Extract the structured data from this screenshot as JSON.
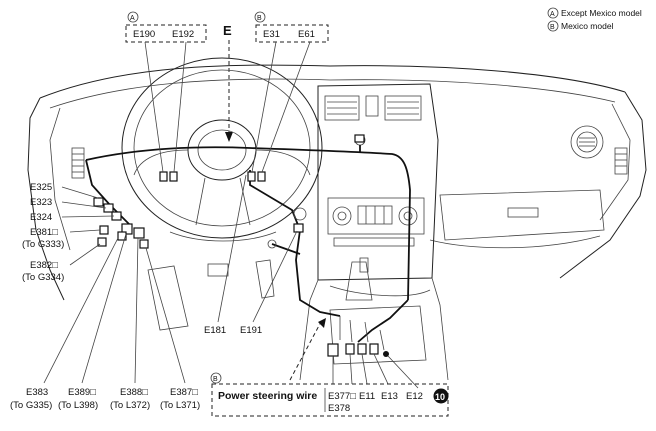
{
  "legend": {
    "a_marker": "A",
    "a_text": "Except Mexico model",
    "b_marker": "B",
    "b_text": "Mexico model"
  },
  "view_marker": "E",
  "group_a": {
    "marker": "A",
    "items": [
      "E190",
      "E192"
    ]
  },
  "group_b": {
    "marker": "B",
    "items": [
      "E31",
      "E61"
    ]
  },
  "left_labels": {
    "e325": "E325",
    "e323": "E323",
    "e324": "E324",
    "e381": "E381□",
    "e381_to": "(To G333)",
    "e382": "E382□",
    "e382_to": "(To G334)"
  },
  "bottom_labels": {
    "e383": "E383",
    "e383_to": "(To G335)",
    "e389": "E389□",
    "e389_to": "(To L398)",
    "e388": "E388□",
    "e388_to": "(To L372)",
    "e387": "E387□",
    "e387_to": "(To L371)"
  },
  "center_labels": {
    "e181": "E181",
    "e191": "E191"
  },
  "power_steering": {
    "marker": "B",
    "title": "Power steering wire",
    "e377": "E377□",
    "e378": "E378",
    "e11": "E11",
    "e13": "E13",
    "e12": "E12",
    "ref_number": "10"
  }
}
